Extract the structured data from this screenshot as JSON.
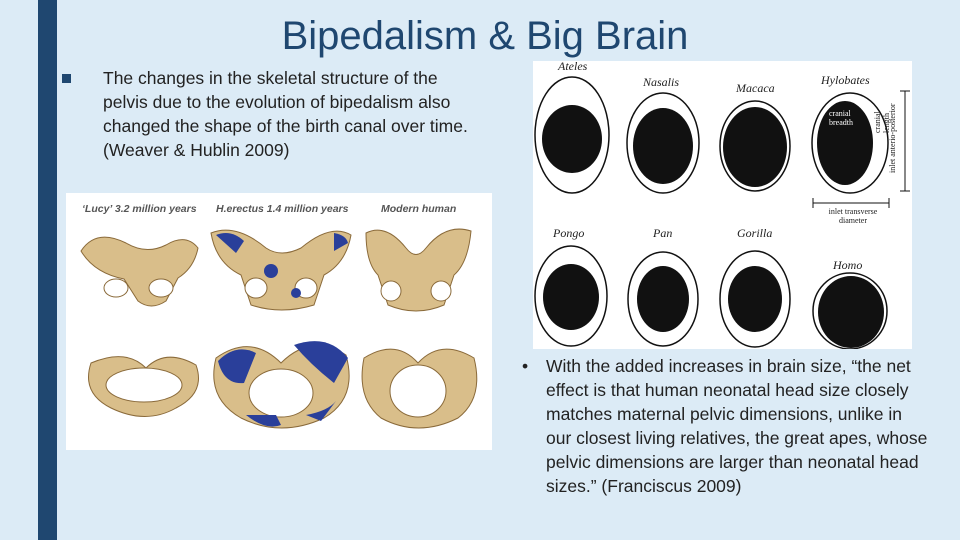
{
  "title": "Bipedalism & Big Brain",
  "bullet1": "The changes in the skeletal structure of the pelvis due to the evolution of bipedalism also changed the shape of the birth canal over time. (Weaver & Hublin 2009)",
  "bullet2_marker": "•",
  "bullet2": "With the added increases in brain size, “the net effect is that human neonatal head size closely matches maternal pelvic dimensions, unlike in our closest living relatives, the great apes, whose pelvic dimensions are larger than neonatal head sizes.” (Franciscus 2009)",
  "pelvis_figure": {
    "captions": [
      "‘Lucy’ 3.2 million years",
      "H.erectus 1.4 million years",
      "Modern human"
    ]
  },
  "canal_figure": {
    "species_top": [
      "Ateles",
      "Nasalis",
      "Macaca",
      "Hylobates"
    ],
    "species_bottom": [
      "Pongo",
      "Pan",
      "Gorilla",
      "Homo"
    ],
    "label_cranial_breadth": "cranial breadth",
    "label_cranial_length": "cranial length",
    "label_inlet_ap": "inlet anterio-posterior",
    "label_inlet_transverse": "inlet transverse diameter"
  },
  "colors": {
    "accent": "#1f4770",
    "background": "#dcebf6",
    "bone": "#d9be8a",
    "cast": "#2a3f9a"
  }
}
